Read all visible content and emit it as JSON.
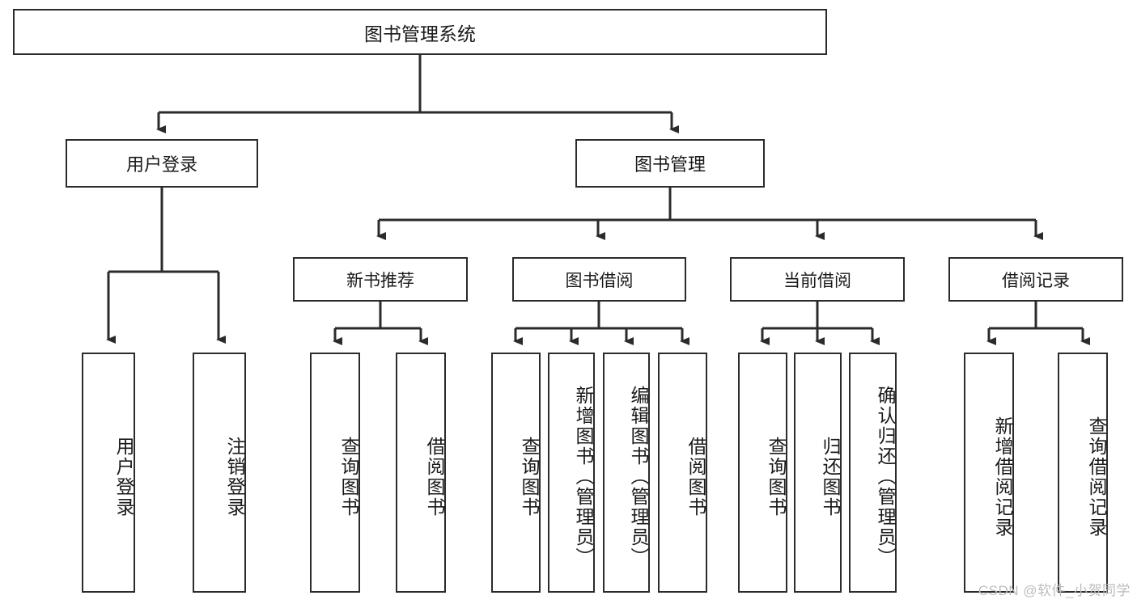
{
  "diagram": {
    "title": "图书管理系统",
    "type": "tree-hierarchy-diagram",
    "root": {
      "label": "图书管理系统"
    },
    "level1": [
      {
        "label": "用户登录"
      },
      {
        "label": "图书管理"
      }
    ],
    "level2": [
      {
        "label": "新书推荐"
      },
      {
        "label": "图书借阅"
      },
      {
        "label": "当前借阅"
      },
      {
        "label": "借阅记录"
      }
    ],
    "leaves": {
      "user_login": [
        {
          "label": "用户登录"
        },
        {
          "label": "注销登录"
        }
      ],
      "new_book_recommend": [
        {
          "label": "查询图书"
        },
        {
          "label": "借阅图书"
        }
      ],
      "book_borrow": [
        {
          "label": "查询图书"
        },
        {
          "label": "新增图书（管理员）"
        },
        {
          "label": "编辑图书（管理员）"
        },
        {
          "label": "借阅图书"
        }
      ],
      "current_borrow": [
        {
          "label": "查询图书"
        },
        {
          "label": "归还图书"
        },
        {
          "label": "确认归还（管理员）"
        }
      ],
      "borrow_record": [
        {
          "label": "新增借阅记录"
        },
        {
          "label": "查询借阅记录"
        }
      ]
    }
  },
  "watermark": {
    "text": "CSDN @软件_小贺同学"
  },
  "colors": {
    "stroke": "#2b2b2b",
    "fill": "#ffffff",
    "text": "#1a1a1a",
    "watermark": "#bdbdbd"
  }
}
